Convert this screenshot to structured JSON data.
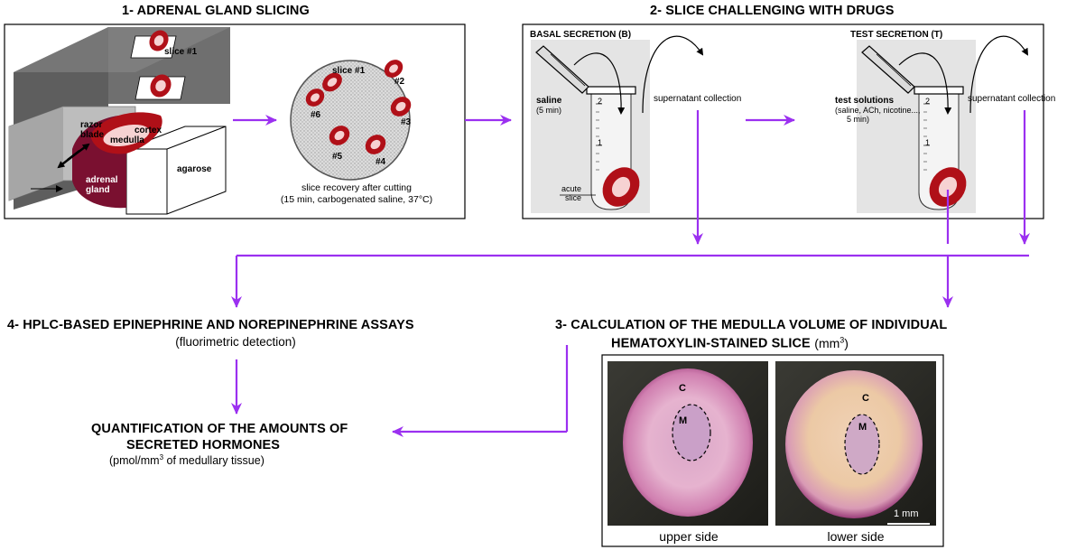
{
  "section1": {
    "title": "1- ADRENAL GLAND SLICING"
  },
  "section2": {
    "title": "2- SLICE CHALLENGING WITH DRUGS"
  },
  "slicing": {
    "slice_top": "slice #1",
    "razor_blade": "razor\nblade",
    "cortex": "cortex",
    "medulla": "medulla",
    "adrenal_gland": "adrenal\ngland",
    "agarose": "agarose"
  },
  "recovery": {
    "slices": [
      "slice #1",
      "#2",
      "#3",
      "#4",
      "#5",
      "#6"
    ],
    "caption_line1": "slice recovery after cutting",
    "caption_line2": "(15 min, carbogenated saline, 37°C)"
  },
  "basal": {
    "title": "BASAL SECRETION (B)",
    "saline": "saline",
    "saline_time": "(5 min)",
    "supernatant": "supernatant collection",
    "acute_slice": "acute\nslice",
    "tick_2": "2",
    "tick_1": "1"
  },
  "test": {
    "title": "TEST SECRETION (T)",
    "solutions": "test solutions",
    "solutions_detail": "(saline, ACh, nicotine...,",
    "solutions_time": "5 min)",
    "supernatant": "supernatant collection",
    "tick_2": "2",
    "tick_1": "1"
  },
  "section4": {
    "title": "4- HPLC-BASED EPINEPHRINE AND NOREPINEPHRINE ASSAYS",
    "subtitle": "(fluorimetric detection)"
  },
  "section3": {
    "title_line1": "3- CALCULATION OF THE MEDULLA VOLUME OF INDIVIDUAL",
    "title_line2": "HEMATOXYLIN-STAINED SLICE",
    "unit_base": "(mm",
    "unit_exp": "3",
    "unit_end": ")"
  },
  "quant": {
    "title_line1": "QUANTIFICATION OF THE AMOUNTS OF",
    "title_line2": "SECRETED HORMONES",
    "unit_base": "(pmol/mm",
    "unit_exp": "3",
    "unit_end": " of medullary tissue)"
  },
  "photos": {
    "left_label": "upper side",
    "right_label": "lower side",
    "cortex_letter": "C",
    "medulla_letter": "M",
    "scale_bar": "1 mm"
  },
  "colors": {
    "arrow": "#9b30f0",
    "dark_red": "#b01018",
    "gland": "#7a1030",
    "pale": "#f6d2d2"
  }
}
